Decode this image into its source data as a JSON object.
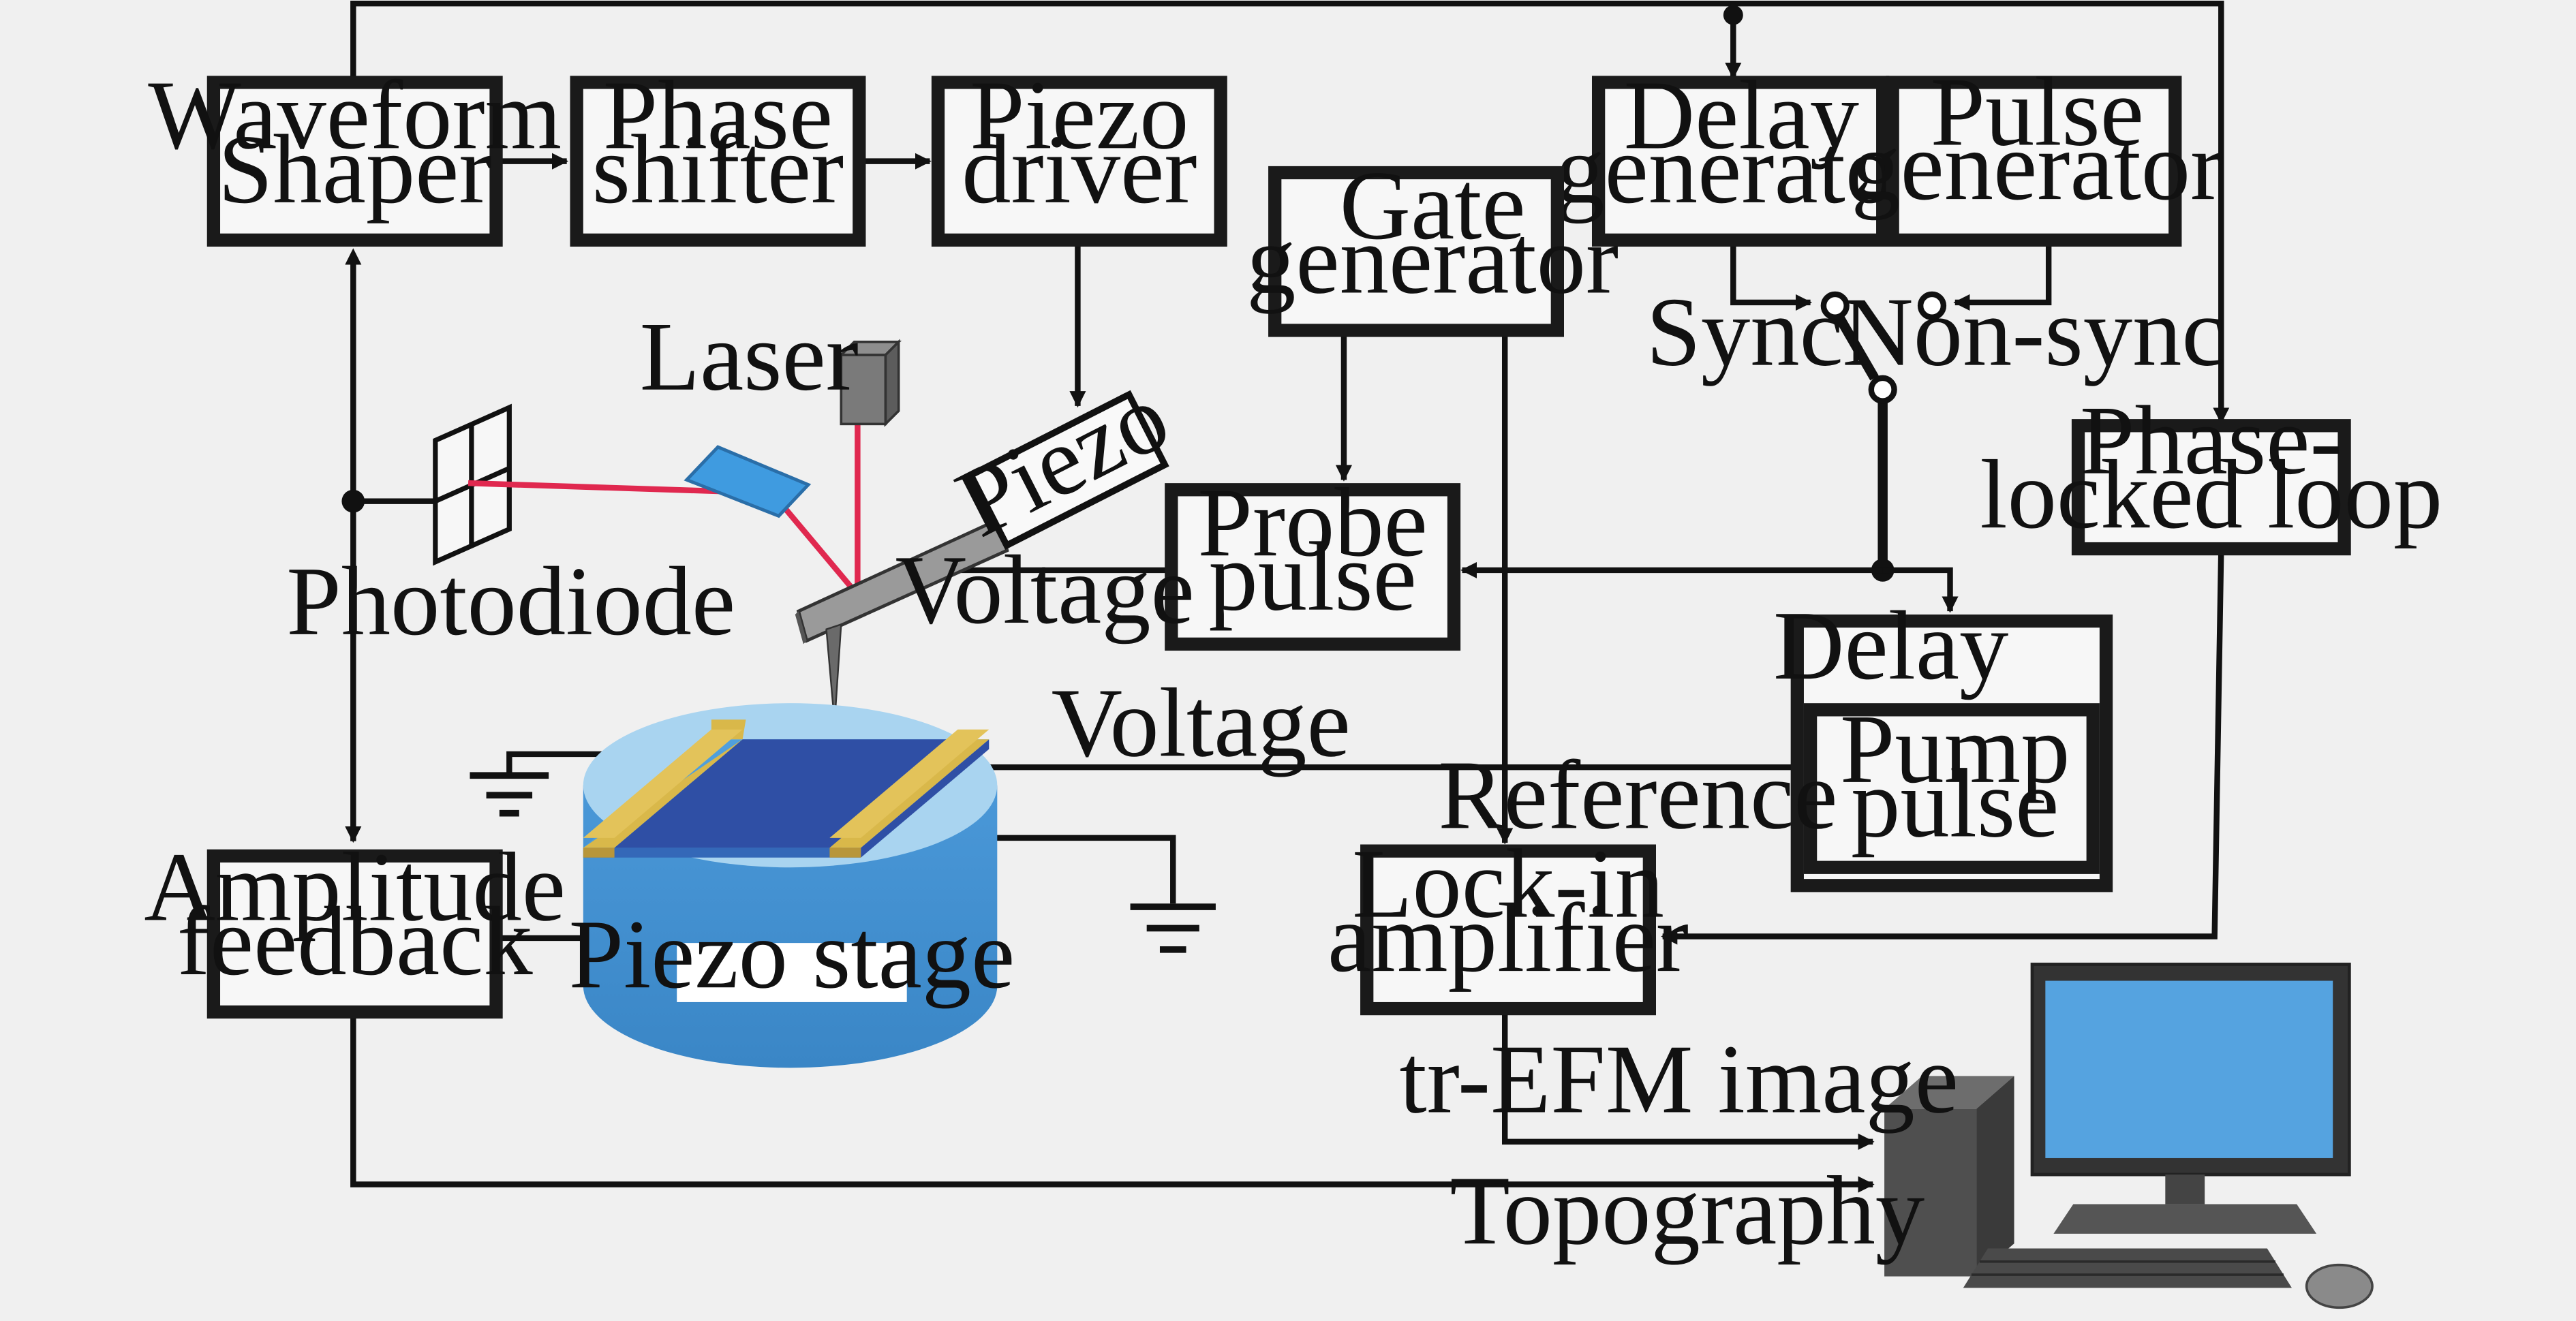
{
  "blocks": {
    "waveform_shaper": [
      "Waveform",
      "Shaper"
    ],
    "phase_shifter": [
      "Phase",
      "shifter"
    ],
    "piezo_driver": [
      "Piezo",
      "driver"
    ],
    "delay_generator": [
      "Delay",
      "generator"
    ],
    "pulse_generator": [
      "Pulse",
      "generator"
    ],
    "gate_generator": [
      "Gate",
      "generator"
    ],
    "phase_locked_loop": [
      "Phase-",
      "locked loop"
    ],
    "probe_pulse": [
      "Probe",
      "pulse"
    ],
    "delay": "Delay",
    "pump_pulse": [
      "Pump",
      "pulse"
    ],
    "lock_in_amplifier": [
      "Lock-in",
      "amplifier"
    ],
    "amplitude_feedback": [
      "Amplitude",
      "feedback"
    ],
    "piezo": "Piezo",
    "piezo_stage": "Piezo stage"
  },
  "labels": {
    "laser": "Laser",
    "photodiode": "Photodiode",
    "sync": "Sync",
    "non_sync": "Non-sync",
    "voltage_probe": "Voltage",
    "voltage_pump": "Voltage",
    "reference": "Reference",
    "tr_efm_image": "tr-EFM image",
    "topography": "Topography"
  },
  "colors": {
    "laser_beam": "#e0284f",
    "stage_blue": "#4f9fdc",
    "stage_light": "#a9d4f0",
    "sample_dark": "#2f4fa5",
    "electrode_gold": "#d9b84a",
    "mirror_blue": "#3f9be0",
    "monitor_screen": "#55a3e0",
    "computer_gray": "#4a4a4a"
  }
}
